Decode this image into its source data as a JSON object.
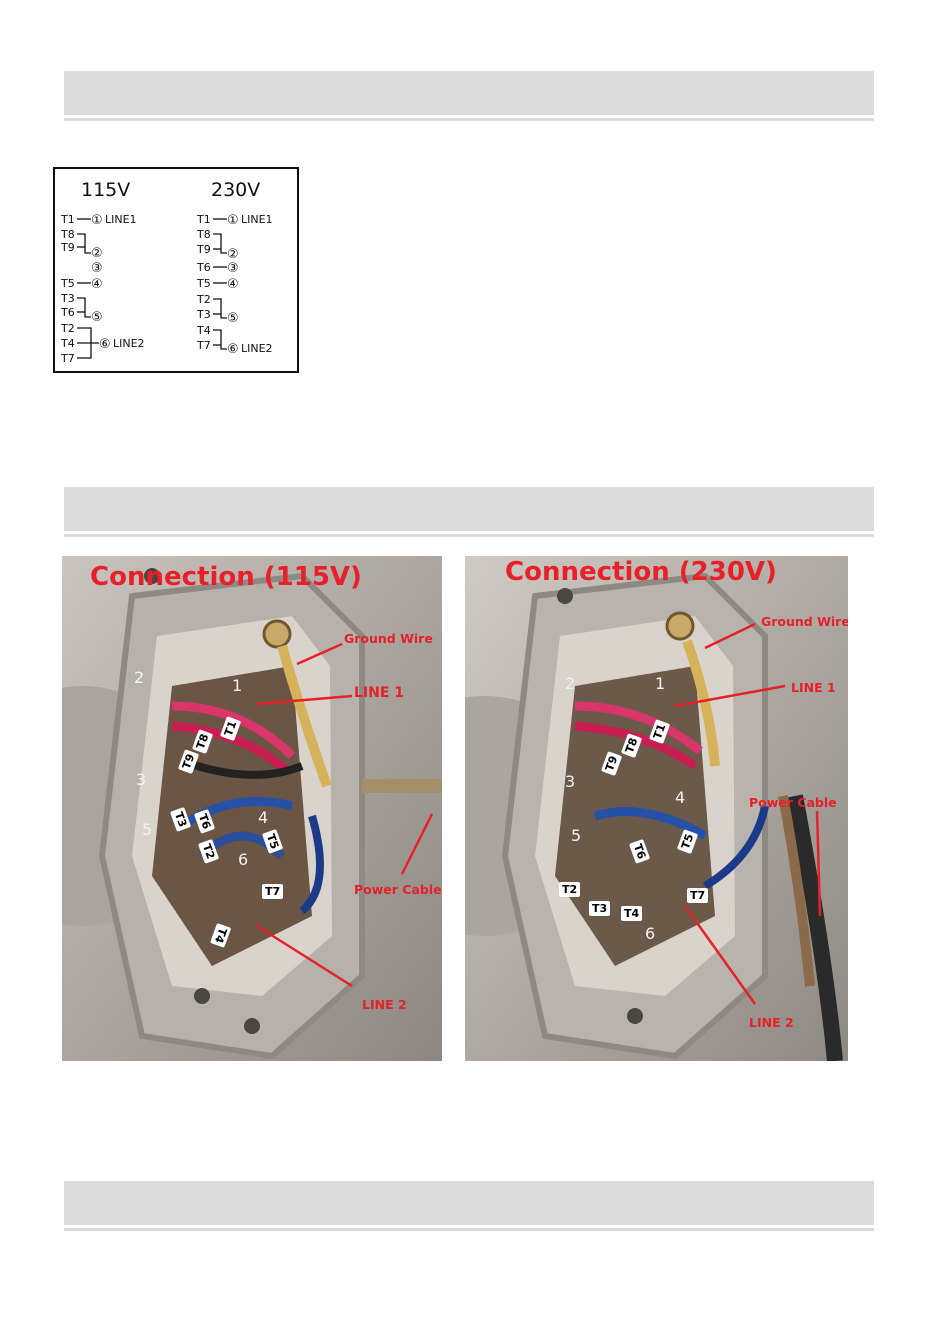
{
  "diagram": {
    "v115": {
      "title": "115V",
      "t1": "T1",
      "line1": "LINE1",
      "t8": "T8",
      "t9": "T9",
      "t5": "T5",
      "t3": "T3",
      "t6": "T6",
      "t2": "T2",
      "t4": "T4",
      "t7": "T7",
      "line2": "LINE2",
      "n1": "①",
      "n2": "②",
      "n3": "③",
      "n4": "④",
      "n5": "⑤",
      "n6": "⑥"
    },
    "v230": {
      "title": "230V",
      "t1": "T1",
      "line1": "LINE1",
      "t8": "T8",
      "t9": "T9",
      "t6": "T6",
      "t5": "T5",
      "t2": "T2",
      "t3": "T3",
      "t4": "T4",
      "t7": "T7",
      "line2": "LINE2",
      "n1": "①",
      "n2": "②",
      "n3": "③",
      "n4": "④",
      "n5": "⑤",
      "n6": "⑥"
    }
  },
  "photo_115": {
    "caption": "Connection (115V)",
    "ground_wire": "Ground Wire",
    "line1": "LINE 1",
    "power_cable": "Power Cable",
    "line2": "LINE 2",
    "tags": [
      "T1",
      "T8",
      "T9",
      "T3",
      "T6",
      "T5",
      "T2",
      "T7",
      "T4"
    ],
    "numbers": [
      "1",
      "2",
      "3",
      "4",
      "5",
      "6"
    ]
  },
  "photo_230": {
    "caption": "Connection (230V)",
    "ground_wire": "Ground Wire",
    "line1": "LINE 1",
    "power_cable": "Power Cable",
    "line2": "LINE 2",
    "tags": [
      "T1",
      "T8",
      "T9",
      "T6",
      "T5",
      "T2",
      "T3",
      "T4",
      "T7"
    ],
    "numbers": [
      "1",
      "2",
      "3",
      "4",
      "5",
      "6"
    ]
  }
}
